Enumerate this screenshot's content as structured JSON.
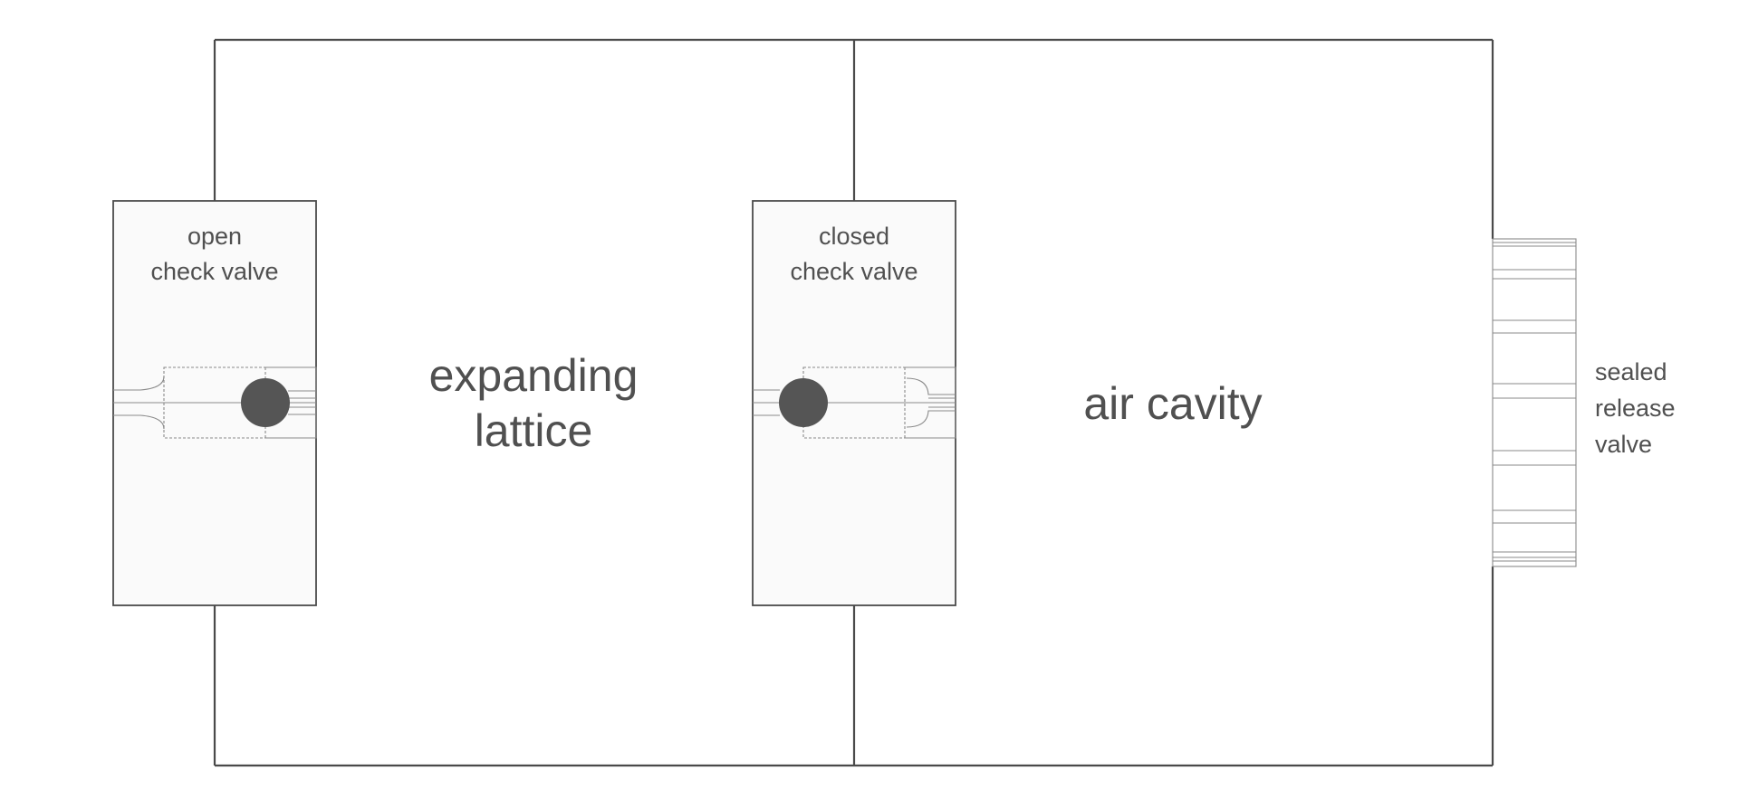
{
  "labels": {
    "expanding_lattice_line1": "expanding",
    "expanding_lattice_line2": "lattice",
    "air_cavity": "air cavity",
    "open_valve_line1": "open",
    "open_valve_line2": "check valve",
    "closed_valve_line1": "closed",
    "closed_valve_line2": "check valve",
    "release_valve_line1": "sealed",
    "release_valve_line2": "release",
    "release_valve_line3": "valve"
  },
  "colors": {
    "outline": "#4a4a4a",
    "text": "#505050",
    "ball": "#555555",
    "valve_fill": "#fafafa"
  }
}
